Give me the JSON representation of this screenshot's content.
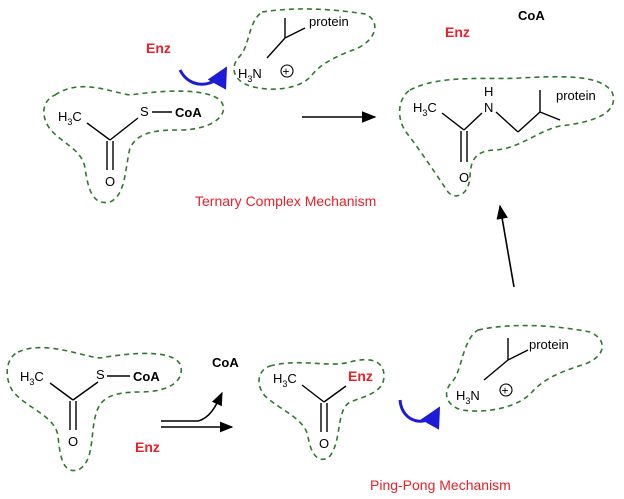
{
  "labels": {
    "ternary_title": "Ternary Complex Mechanism",
    "pingpong_title": "Ping-Pong Mechanism",
    "enz": "Enz",
    "coa": "CoA",
    "protein": "protein",
    "sulfur": "S",
    "oxygen": "O",
    "nitrogen": "N",
    "hydrogen": "H",
    "methyl_h": "H",
    "methyl_c": "C",
    "methyl_sub": "3",
    "plus_sign": "+"
  },
  "colors": {
    "enz_red": "#e8202a",
    "caption_red": "#e8202a",
    "curved_arrow_blue": "#1c1cd8",
    "dashed_green": "#2d7a2d",
    "ink": "#000000"
  }
}
